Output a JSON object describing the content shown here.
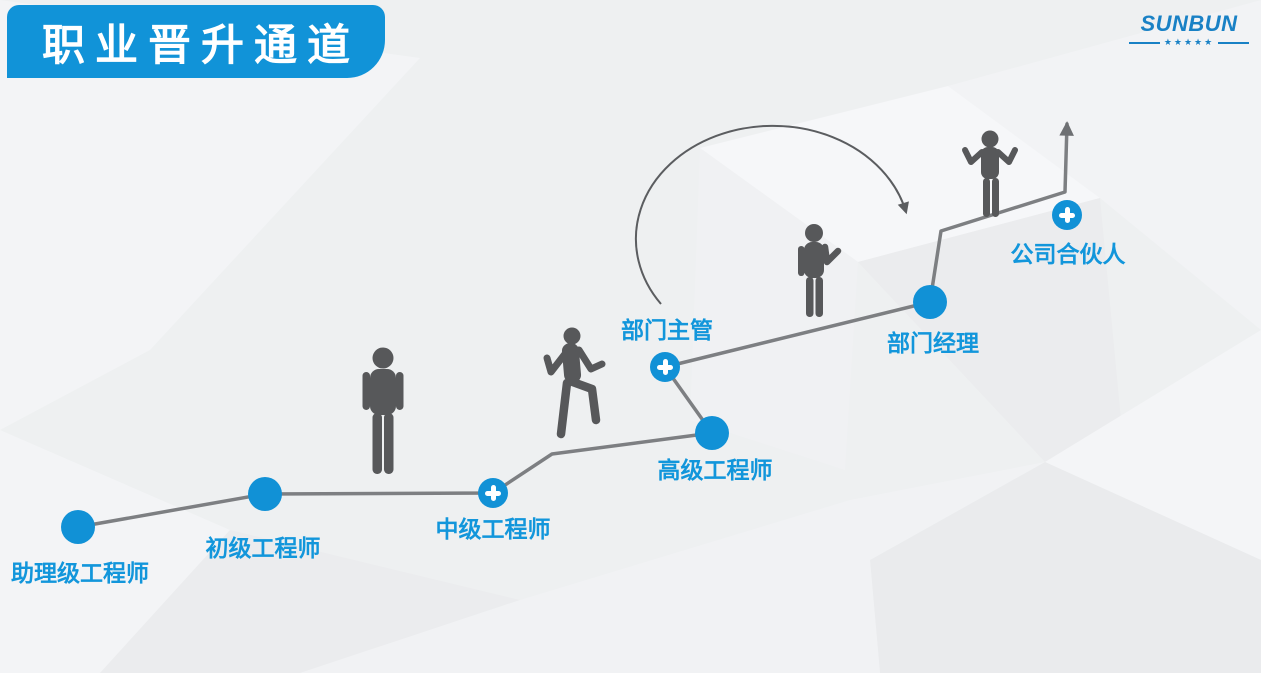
{
  "title": {
    "text": "职业晋升通道"
  },
  "logo": {
    "name": "SUNBUN",
    "stars": "★★★★★"
  },
  "colors": {
    "banner_blue": "#1193d8",
    "node_blue": "#1191d6",
    "label_blue": "#1296db",
    "logo_blue": "#1981c5",
    "path_gray": "#7d7f82",
    "figure_gray": "#57585a",
    "background": "#eef0f1"
  },
  "career_path": {
    "steps": [
      {
        "label": "助理级工程师",
        "node": "dot"
      },
      {
        "label": "初级工程师",
        "node": "dot"
      },
      {
        "label": "中级工程师",
        "node": "plus"
      },
      {
        "label": "高级工程师",
        "node": "dot"
      },
      {
        "label": "部门主管",
        "node": "plus"
      },
      {
        "label": "部门经理",
        "node": "dot"
      },
      {
        "label": "公司合伙人",
        "node": "plus"
      }
    ]
  }
}
